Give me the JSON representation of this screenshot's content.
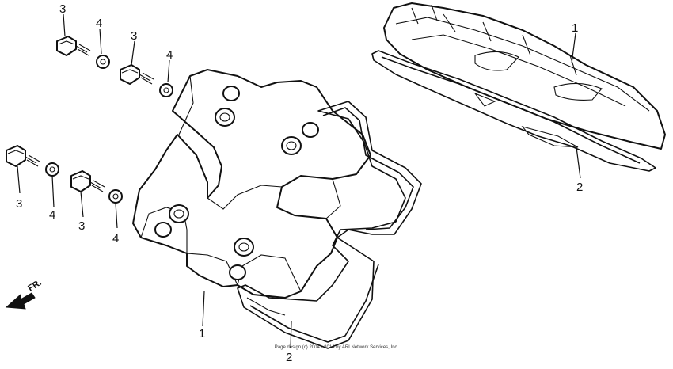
{
  "labels": {
    "cover_right": "1",
    "gasket_right": "2",
    "cover_left": "1",
    "gasket_left": "2",
    "bolt_a": "3",
    "bolt_b": "3",
    "bolt_c": "3",
    "bolt_d": "3",
    "washer_a": "4",
    "washer_b": "4",
    "washer_c": "4",
    "washer_d": "4"
  },
  "arrow_text": "FR.",
  "copyright": "Page design (c) 2004 - 2014 by ARI Network Services, Inc."
}
